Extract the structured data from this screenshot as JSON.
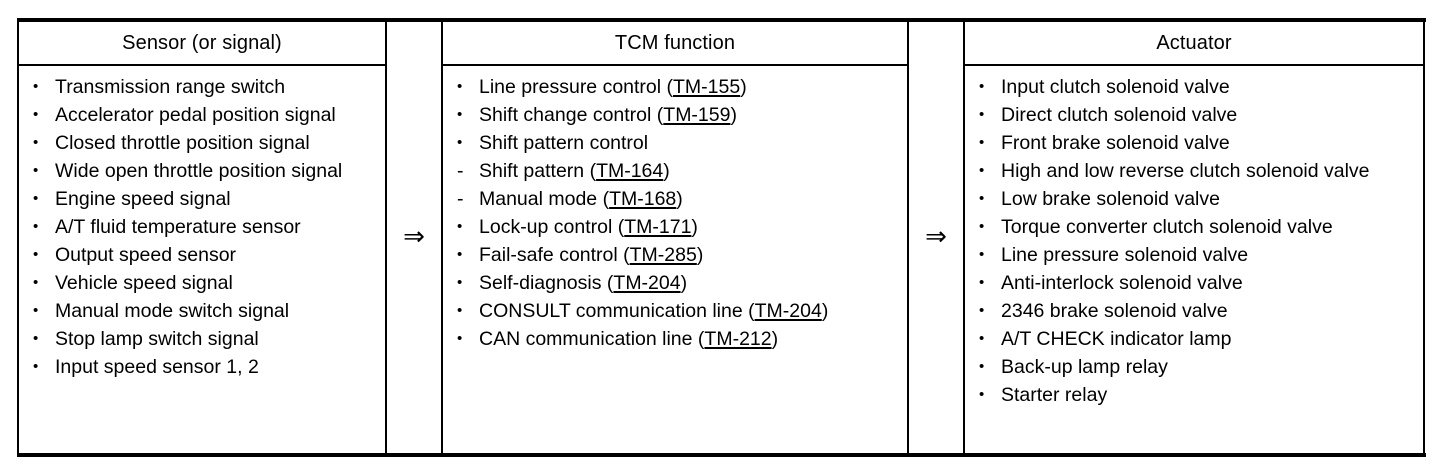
{
  "diagram": {
    "type": "three-column-flow-table",
    "arrow_glyph": "⇒",
    "arrow_name": "double-right-arrow",
    "colors": {
      "border": "#000000",
      "text": "#000000",
      "background": "#ffffff"
    },
    "columns": [
      {
        "id": "sensor",
        "header": "Sensor (or signal)",
        "items": [
          {
            "marker": "•",
            "text": "Transmission range switch"
          },
          {
            "marker": "•",
            "text": "Accelerator pedal position signal"
          },
          {
            "marker": "•",
            "text": "Closed throttle position signal"
          },
          {
            "marker": "•",
            "text": "Wide open throttle position signal"
          },
          {
            "marker": "•",
            "text": "Engine speed signal"
          },
          {
            "marker": "•",
            "text": "A/T fluid temperature sensor"
          },
          {
            "marker": "•",
            "text": "Output speed sensor"
          },
          {
            "marker": "•",
            "text": "Vehicle speed signal"
          },
          {
            "marker": "•",
            "text": "Manual mode switch signal"
          },
          {
            "marker": "•",
            "text": "Stop lamp switch signal"
          },
          {
            "marker": "•",
            "text": "Input speed sensor 1, 2"
          }
        ]
      },
      {
        "id": "tcm-function",
        "header": "TCM function",
        "items": [
          {
            "marker": "•",
            "text": "Line pressure control (",
            "ref": "TM-155",
            "tail": ")"
          },
          {
            "marker": "•",
            "text": "Shift change control (",
            "ref": "TM-159",
            "tail": ")"
          },
          {
            "marker": "•",
            "text": "Shift pattern control",
            "ref": "",
            "tail": ""
          },
          {
            "marker": "-",
            "text": "Shift pattern (",
            "ref": "TM-164",
            "tail": ")"
          },
          {
            "marker": "-",
            "text": "Manual mode (",
            "ref": "TM-168",
            "tail": ")"
          },
          {
            "marker": "•",
            "text": "Lock-up control (",
            "ref": "TM-171",
            "tail": ")"
          },
          {
            "marker": "•",
            "text": "Fail-safe control (",
            "ref": "TM-285",
            "tail": ")"
          },
          {
            "marker": "•",
            "text": "Self-diagnosis (",
            "ref": "TM-204",
            "tail": ")"
          },
          {
            "marker": "•",
            "text": "CONSULT communication line (",
            "ref": "TM-204",
            "tail": ")"
          },
          {
            "marker": "•",
            "text": "CAN communication line (",
            "ref": "TM-212",
            "tail": ")"
          }
        ]
      },
      {
        "id": "actuator",
        "header": "Actuator",
        "items": [
          {
            "marker": "•",
            "text": "Input clutch solenoid valve"
          },
          {
            "marker": "•",
            "text": "Direct clutch solenoid valve"
          },
          {
            "marker": "•",
            "text": "Front brake solenoid valve"
          },
          {
            "marker": "•",
            "text": "High and low reverse clutch solenoid valve"
          },
          {
            "marker": "•",
            "text": "Low brake solenoid valve"
          },
          {
            "marker": "•",
            "text": "Torque converter clutch solenoid valve"
          },
          {
            "marker": "•",
            "text": "Line pressure solenoid valve"
          },
          {
            "marker": "•",
            "text": "Anti-interlock solenoid valve"
          },
          {
            "marker": "•",
            "text": "2346 brake solenoid valve"
          },
          {
            "marker": "•",
            "text": "A/T CHECK indicator lamp"
          },
          {
            "marker": "•",
            "text": "Back-up lamp relay"
          },
          {
            "marker": "•",
            "text": "Starter relay"
          }
        ]
      }
    ]
  }
}
